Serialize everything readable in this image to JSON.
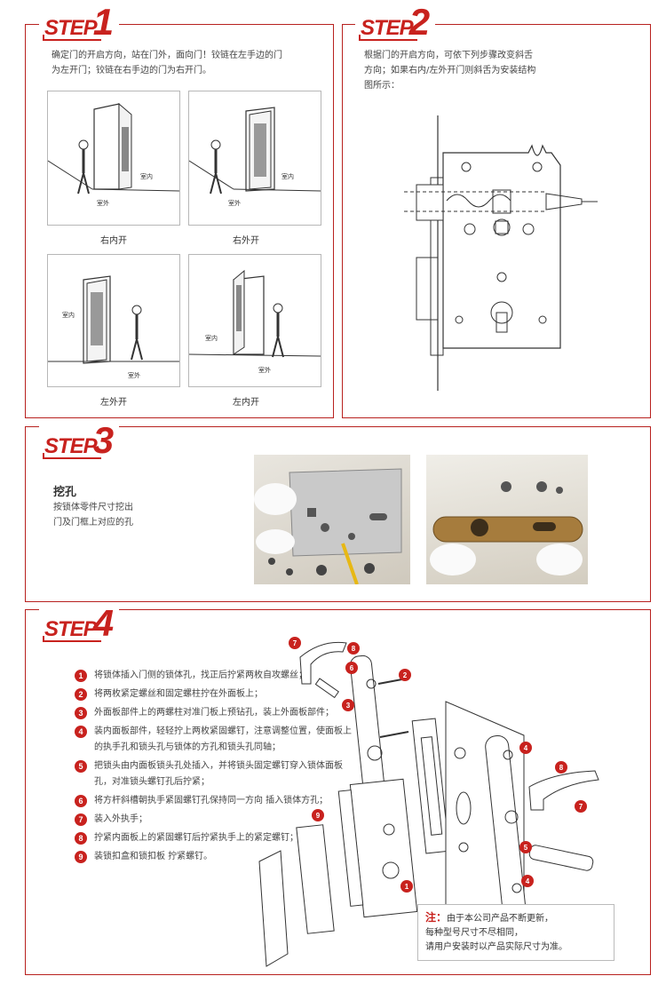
{
  "step1": {
    "word": "STEP",
    "num": "1",
    "text": [
      "确定门的开启方向，站在门外，面向门！铰链在左手边的门",
      "为左开门；铰链在右手边的门为右开门。"
    ],
    "panels": [
      {
        "caption": "右内开",
        "room_in": "室内",
        "room_out": "室外"
      },
      {
        "caption": "右外开",
        "room_in": "室内",
        "room_out": "室外"
      },
      {
        "caption": "左外开",
        "room_in": "室内",
        "room_out": "室外"
      },
      {
        "caption": "左内开",
        "room_in": "室内",
        "room_out": "室外"
      }
    ]
  },
  "step2": {
    "word": "STEP",
    "num": "2",
    "text": [
      "根据门的开启方向，可依下列步骤改变斜舌",
      "方向；如果右内/左外开门则斜舌为安装结构",
      "图所示："
    ]
  },
  "step3": {
    "word": "STEP",
    "num": "3",
    "title": "挖孔",
    "text": [
      "按锁体零件尺寸挖出",
      "门及门框上对应的孔"
    ]
  },
  "step4": {
    "word": "STEP",
    "num": "4",
    "items": [
      {
        "n": "1",
        "text": "将锁体插入门侧的锁体孔，找正后拧紧两枚自攻螺丝；"
      },
      {
        "n": "2",
        "text": "将两枚紧定螺丝和固定螺柱拧在外面板上；"
      },
      {
        "n": "3",
        "text": "外面板部件上的两螺柱对准门板上预钻孔，装上外面板部件；"
      },
      {
        "n": "4",
        "text": "装内面板部件，轻轻拧上两枚紧固螺钉，注意调整位置，使面板上的执手孔和锁头孔与锁体的方孔和锁头孔同轴；"
      },
      {
        "n": "5",
        "text": "把锁头由内面板锁头孔处插入，并将锁头固定螺钉穿入锁体面板孔，对准锁头螺钉孔后拧紧；"
      },
      {
        "n": "6",
        "text": "将方杆斜槽朝执手紧固螺钉孔保持同一方向 插入锁体方孔；"
      },
      {
        "n": "7",
        "text": "装入外执手；"
      },
      {
        "n": "8",
        "text": "拧紧内面板上的紧固螺钉后拧紧执手上的紧定螺钉；"
      },
      {
        "n": "9",
        "text": "装锁扣盒和锁扣板 拧紧螺钉。"
      }
    ],
    "note_label": "注：",
    "note_lines": [
      "由于本公司产品不断更新，",
      "每种型号尺寸不尽相同，",
      "请用户安装时以产品实际尺寸为准。"
    ]
  },
  "colors": {
    "accent": "#c8221e",
    "border": "#b8211f"
  }
}
